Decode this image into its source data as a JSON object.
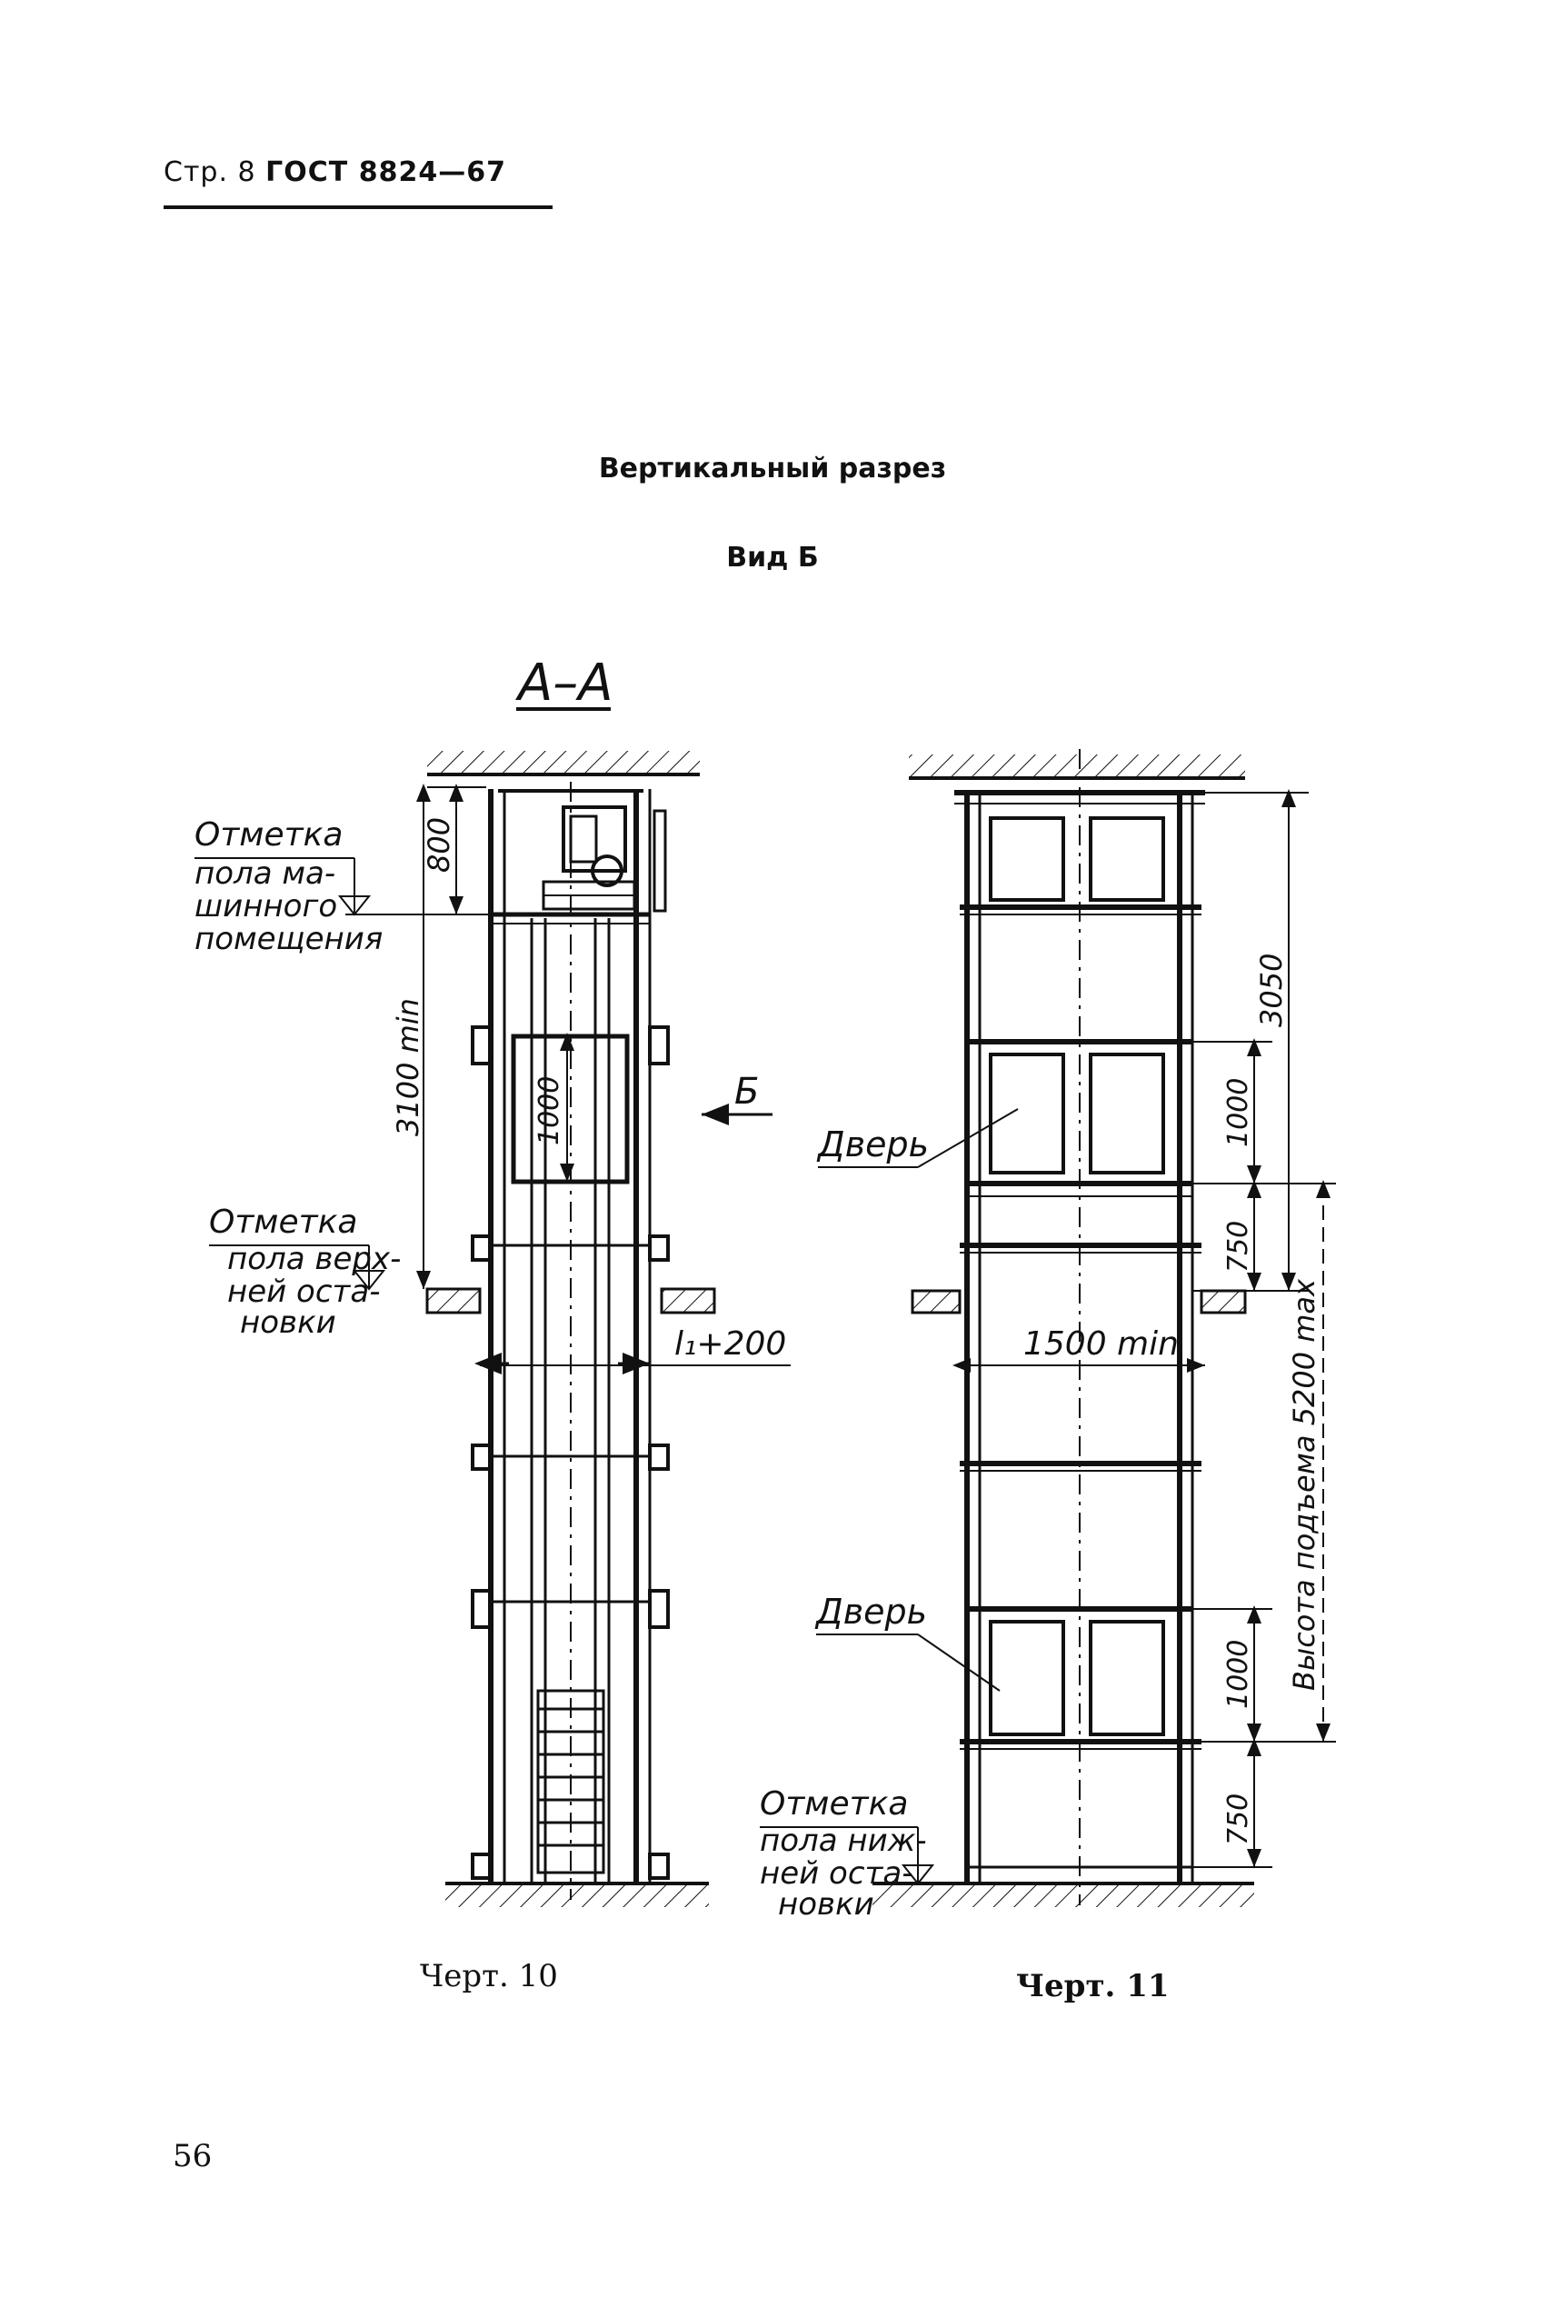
{
  "header": {
    "page_prefix": "Стр. 8",
    "standard": "ГОСТ 8824—67"
  },
  "titles": {
    "main": "Вертикальный разрез",
    "view": "Вид Б"
  },
  "fig10": {
    "section_label": "А–А",
    "top_mark": [
      "Отметка",
      "пола ма-",
      "шинного",
      "помещения"
    ],
    "upper_mark": [
      "Отметка",
      "пола верх-",
      "ней оста-",
      "новки"
    ],
    "view_arrow": "Б",
    "dim_800": "800",
    "dim_3100": "3100 min",
    "dim_1000": "1000",
    "dim_l1": "l₁+200",
    "caption": "Черт. 10"
  },
  "fig11": {
    "door_top": "Дверь",
    "door_bottom": "Дверь",
    "dim_3050": "3050",
    "dim_1000_top": "1000",
    "dim_750_top": "750",
    "dim_1500": "1500 min",
    "dim_5200": "Высота подъема 5200 max",
    "dim_1000_bottom": "1000",
    "dim_750_bottom": "750",
    "bottom_mark": [
      "Отметка",
      "пола ниж-",
      "ней оста-",
      "новки"
    ],
    "caption": "Черт. 11"
  },
  "page_number": "56"
}
